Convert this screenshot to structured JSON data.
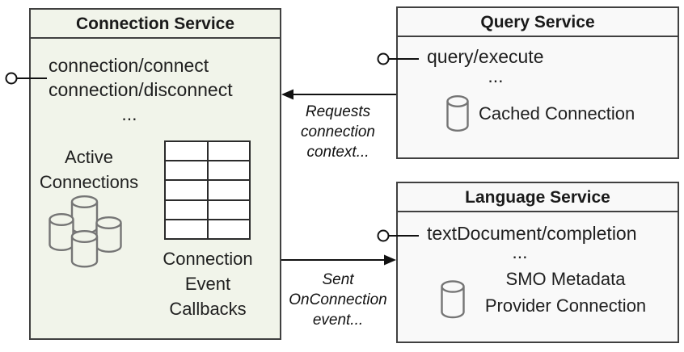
{
  "colors": {
    "connection_box_fill": "#f1f4ea",
    "service_box_fill": "#f9f9f9",
    "box_border": "#404040",
    "text": "#1a1a1a",
    "icon_stroke": "#757575",
    "connector": "#111111"
  },
  "connection_service": {
    "title": "Connection Service",
    "methods": [
      "connection/connect",
      "connection/disconnect"
    ],
    "ellipsis": "...",
    "active_connections_label": "Active Connections",
    "callbacks_label": "Connection Event Callbacks"
  },
  "query_service": {
    "title": "Query Service",
    "method": "query/execute",
    "ellipsis": "...",
    "connection_label": "Cached Connection"
  },
  "language_service": {
    "title": "Language Service",
    "method": "textDocument/completion",
    "ellipsis": "...",
    "connection_label": "SMO Metadata Provider Connection"
  },
  "arrows": {
    "requests_label": "Requests connection context...",
    "sent_label": "Sent OnConnection event..."
  }
}
